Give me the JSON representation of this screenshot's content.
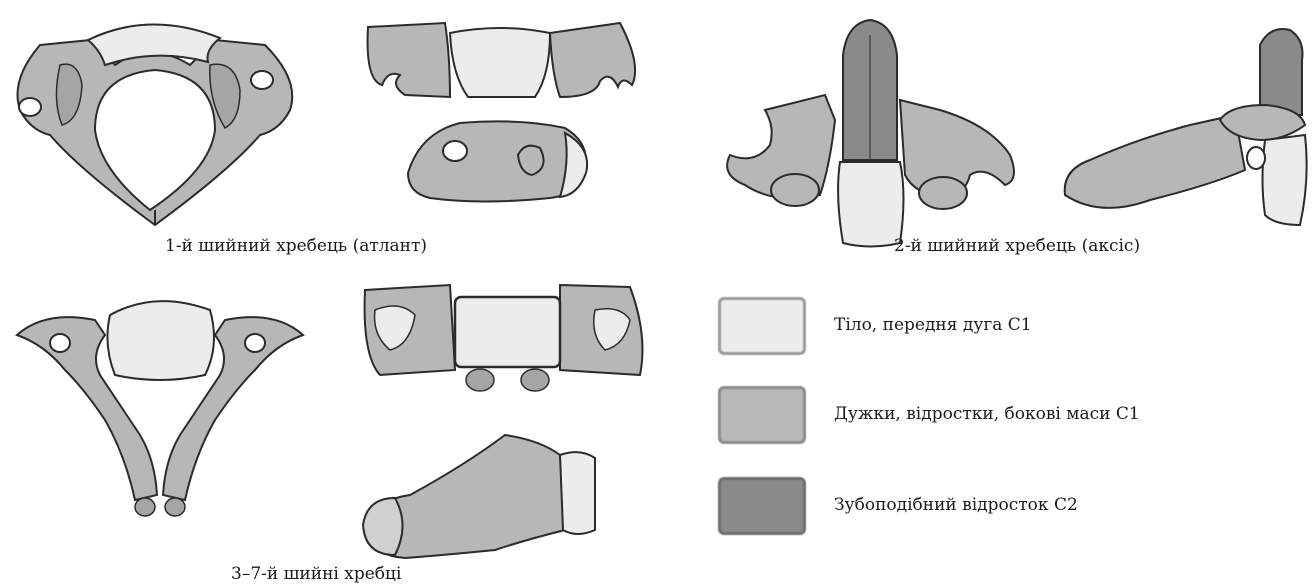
{
  "captions": {
    "c1": "1-й шийний хребець (атлант)",
    "c2": "2-й шийний хребець (аксіс)",
    "c37": "3–7-й шийні хребці"
  },
  "legend": [
    {
      "label": "Тіло, передня дуга С1",
      "color": "#ececec",
      "border": "#9a9a9a"
    },
    {
      "label": "Дужки, відростки, бокові маси С1",
      "color": "#b9b9b9",
      "border": "#8c8c8c"
    },
    {
      "label": "Зубоподібний відросток С2",
      "color": "#8a8a8a",
      "border": "#6e6e6e"
    }
  ],
  "colors": {
    "body": "#ececec",
    "arch": "#b7b7b7",
    "dens": "#8a8a8a",
    "stroke": "#2b2b2b"
  }
}
